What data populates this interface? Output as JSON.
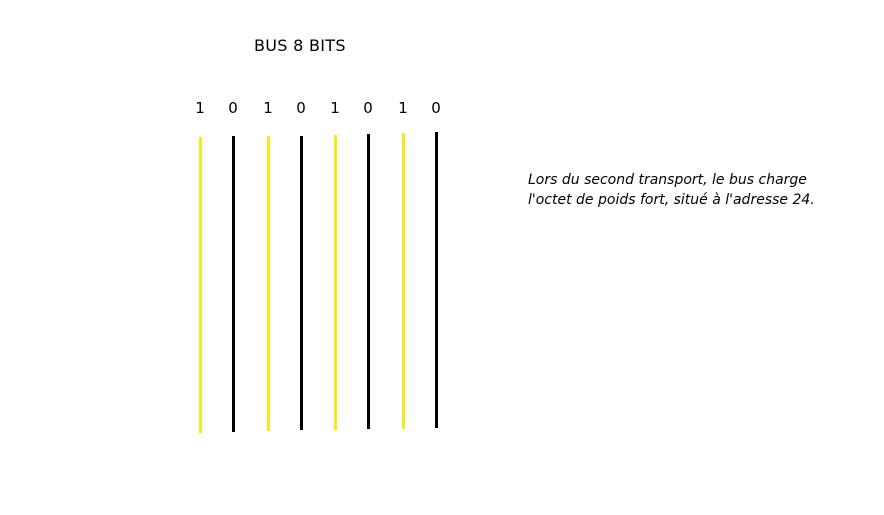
{
  "title": "BUS 8 BITS",
  "bits": [
    "1",
    "0",
    "1",
    "0",
    "1",
    "0",
    "1",
    "0"
  ],
  "colors": {
    "one": "#f5ea1e",
    "zero": "#000000"
  },
  "caption": {
    "line1": "Lors du second transport, le bus charge",
    "line2": "l'octet de poids fort, situé à l'adresse 24."
  }
}
